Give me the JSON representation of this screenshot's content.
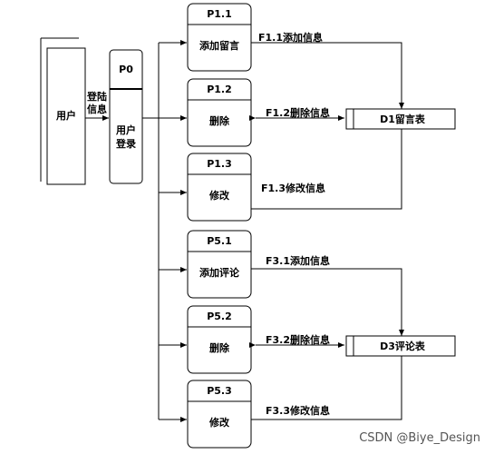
{
  "entity": {
    "label": "用户"
  },
  "flow_login": {
    "line1": "登陆",
    "line2": "信息"
  },
  "p0": {
    "id": "P0",
    "line1": "用户",
    "line2": "登录"
  },
  "processes": [
    {
      "id": "P1.1",
      "name": "添加留言"
    },
    {
      "id": "P1.2",
      "name": "删除"
    },
    {
      "id": "P1.3",
      "name": "修改"
    },
    {
      "id": "P5.1",
      "name": "添加评论"
    },
    {
      "id": "P5.2",
      "name": "删除"
    },
    {
      "id": "P5.3",
      "name": "修改"
    }
  ],
  "flows": [
    "F1.1添加信息",
    "F1.2删除信息",
    "F1.3修改信息",
    "F3.1添加信息",
    "F3.2删除信息",
    "F3.3修改信息"
  ],
  "stores": [
    {
      "label": "D1留言表"
    },
    {
      "label": "D3评论表"
    }
  ],
  "watermark": "CSDN @Biye_Design"
}
